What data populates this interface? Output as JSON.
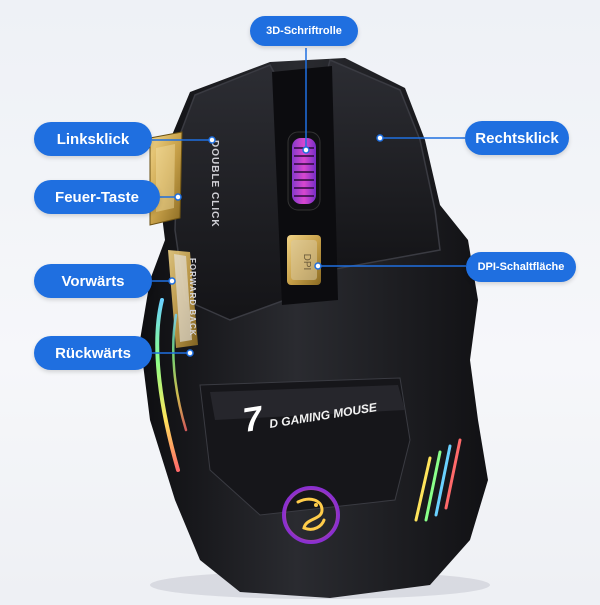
{
  "labels": {
    "scroll_wheel": "3D-Schriftrolle",
    "left_click": "Linksklick",
    "fire_key": "Feuer-Taste",
    "forward": "Vorwärts",
    "back": "Rückwärts",
    "right_click": "Rechtsklick",
    "dpi_button": "DPI-Schaltfläche"
  },
  "mouse_print": {
    "double_click": "DOUBLE CLICK",
    "forward_back": "FORWARD BACK",
    "dpi": "DPI",
    "brand_number": "7",
    "brand_text": "D GAMING MOUSE"
  },
  "colors": {
    "callout": "#1f6fe0",
    "mouse_body": "#1a1a1e",
    "gold": "#c9a24a"
  },
  "icons": [
    "dragon-logo-icon"
  ]
}
